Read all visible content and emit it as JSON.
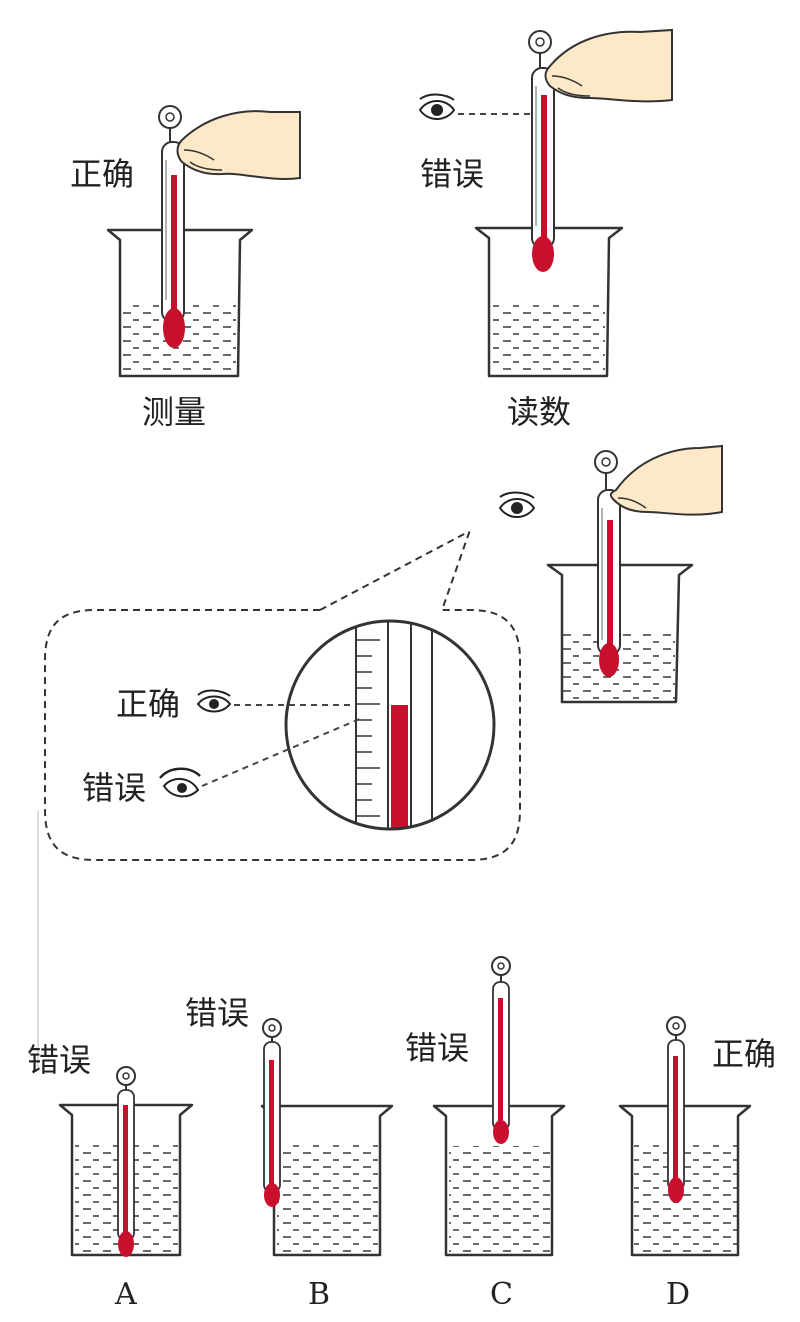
{
  "labels": {
    "top_left_status": "正确",
    "top_right_status": "错误",
    "top_left_caption": "测量",
    "top_right_caption": "读数",
    "zoom_correct": "正确",
    "zoom_wrong": "错误",
    "a_status": "错误",
    "b_status": "错误",
    "c_status": "错误",
    "d_status": "正确"
  },
  "options": [
    "A",
    "B",
    "C",
    "D"
  ],
  "colors": {
    "liquid_column": "#c8102e",
    "line": "#333333",
    "skin": "#fde9c7",
    "glass": "#ffffff"
  },
  "icons": [
    "hand-icon",
    "eye-icon",
    "thermometer-icon",
    "beaker-icon",
    "magnifier-circle"
  ]
}
